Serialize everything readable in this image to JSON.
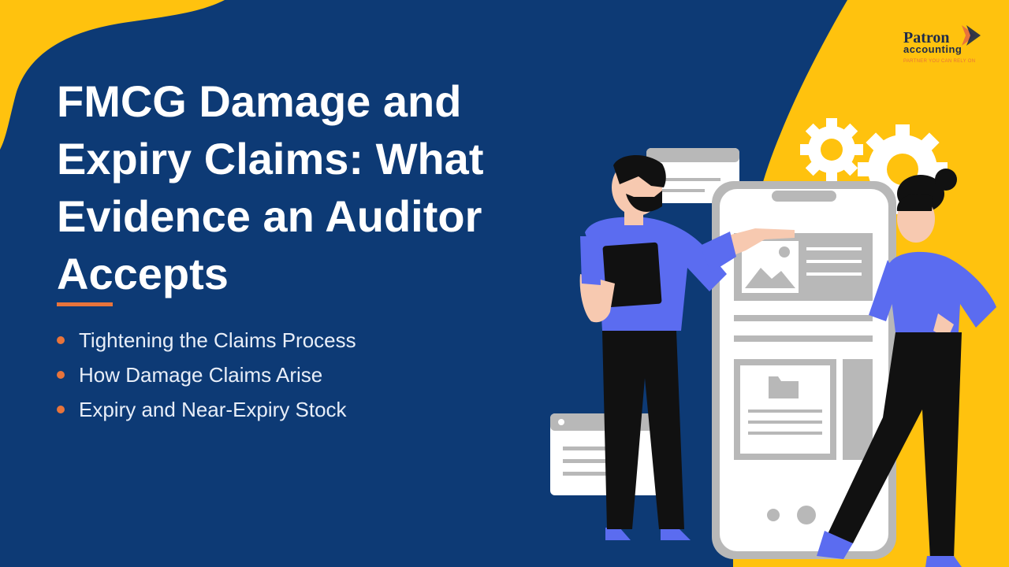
{
  "slide": {
    "title_lines": [
      "FMCG Damage and",
      "Expiry Claims: What",
      "Evidence an Auditor",
      "Accepts"
    ],
    "bullets": [
      "Tightening the Claims Process",
      "How Damage Claims Arise",
      "Expiry and Near-Expiry Stock"
    ]
  },
  "logo": {
    "name_line1": "Patron",
    "name_line2": "accounting",
    "tagline": "PARTNER YOU CAN RELY ON"
  },
  "colors": {
    "background": "#0d3a75",
    "accent_yellow": "#ffc20e",
    "accent_orange": "#e8743b",
    "figure_blue": "#5b6cf0"
  },
  "icons": {
    "gear": "gear-icon",
    "image": "image-icon",
    "folder": "folder-icon",
    "phone": "smartphone-illustration"
  }
}
